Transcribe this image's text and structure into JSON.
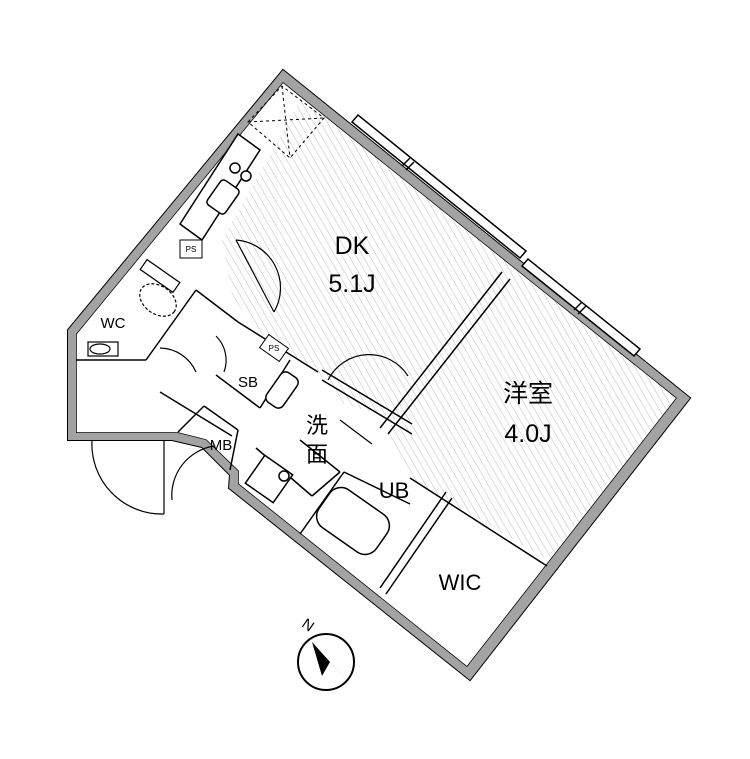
{
  "rooms": {
    "dk_name": "DK",
    "dk_size": "5.1J",
    "western_name": "洋室",
    "western_size": "4.0J",
    "wc": "WC",
    "sb": "SB",
    "mb": "MB",
    "ub": "UB",
    "wic": "WIC",
    "washroom_line1": "洗",
    "washroom_line2": "面",
    "ps_upper": "PS",
    "ps_lower": "PS"
  },
  "compass": {
    "north_label": "N"
  },
  "colors": {
    "wall": "#a3a3a3",
    "line": "#000000",
    "hatch": "#bbbbbb"
  }
}
